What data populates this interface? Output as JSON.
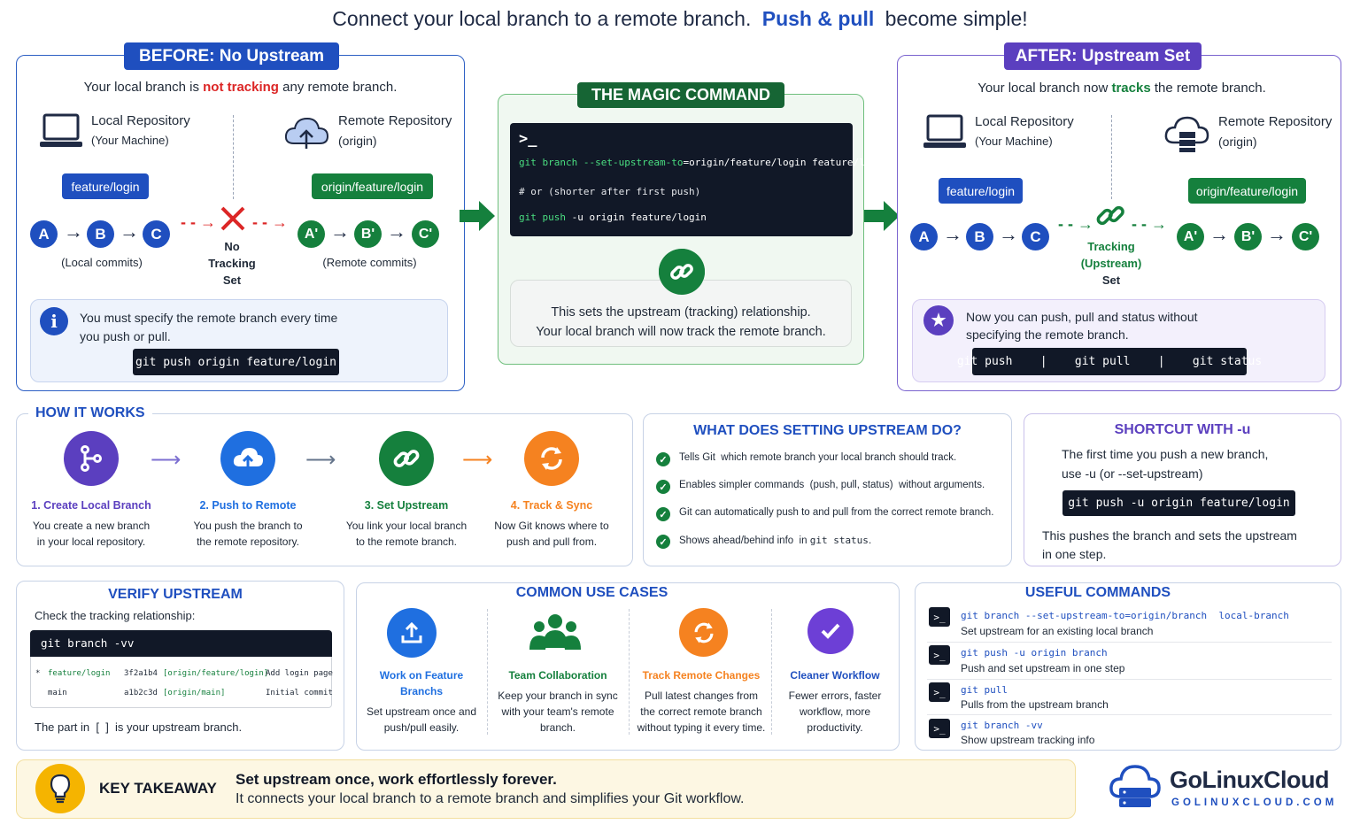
{
  "headline": {
    "pre": "Connect your local branch to a remote branch.",
    "accent": "Push & pull",
    "post": "become simple!"
  },
  "colors": {
    "navy": "#1f4fbf",
    "green": "#15803d",
    "purple": "#5b3fbf",
    "red": "#dc2626",
    "orange": "#f58220",
    "dark": "#111827"
  },
  "before": {
    "badge": "BEFORE:  No Upstream",
    "status_pre": "Your local branch is",
    "status_emph": "not tracking",
    "status_post": "any remote branch.",
    "local_title": "Local Repository",
    "local_sub": "(Your Machine)",
    "remote_title": "Remote Repository",
    "remote_sub": "(origin)",
    "local_branch": "feature/login",
    "remote_branch": "origin/feature/login",
    "local_commits": [
      "A",
      "B",
      "C"
    ],
    "remote_commits": [
      "A'",
      "B'",
      "C'"
    ],
    "no_tracking": [
      "No",
      "Tracking",
      "Set"
    ],
    "local_caption": "(Local commits)",
    "remote_caption": "(Remote commits)",
    "info_line1": "You must specify the remote branch every time",
    "info_line2": "you push or pull.",
    "info_cmd": "git push origin feature/login"
  },
  "magic": {
    "badge": "THE MAGIC COMMAND",
    "prompt": ">_",
    "cmd1_kw": "git branch",
    "cmd1_flag": "--set-upstream-to",
    "cmd1_rest": "=origin/feature/login feature/login",
    "comment": "# or (shorter after first push)",
    "cmd2_kw": "git push",
    "cmd2_rest": "-u origin feature/login",
    "desc_line1": "This sets the upstream (tracking) relationship.",
    "desc_line2": "Your local branch will now track the remote branch."
  },
  "after": {
    "badge": "AFTER: Upstream Set",
    "status_pre": "Your local branch now",
    "status_emph": "tracks",
    "status_post": "the remote branch.",
    "local_title": "Local Repository",
    "local_sub": "(Your Machine)",
    "remote_title": "Remote Repository",
    "remote_sub": "(origin)",
    "local_branch": "feature/login",
    "remote_branch": "origin/feature/login",
    "local_commits": [
      "A",
      "B",
      "C"
    ],
    "remote_commits": [
      "A'",
      "B'",
      "C'"
    ],
    "tracking": [
      "Tracking",
      "(Upstream)",
      "Set"
    ],
    "info_line1": "Now you can push, pull and status without",
    "info_line2": "specifying the remote branch.",
    "info_cmd": "git push    |    git pull    |    git status"
  },
  "how": {
    "title": "HOW IT WORKS",
    "steps": [
      {
        "title": "1. Create Local Branch",
        "l1": "You create a new branch",
        "l2": "in your local repository.",
        "icon": "branch-icon"
      },
      {
        "title": "2. Push to Remote",
        "l1": "You push the branch to",
        "l2": "the remote repository.",
        "icon": "cloud-upload-icon"
      },
      {
        "title": "3. Set Upstream",
        "l1": "You link your local branch",
        "l2": "to the remote branch.",
        "icon": "link-icon"
      },
      {
        "title": "4. Track & Sync",
        "l1": "Now Git knows where to",
        "l2": "push and pull from.",
        "icon": "sync-icon"
      }
    ]
  },
  "what": {
    "title": "WHAT DOES SETTING UPSTREAM DO?",
    "items": [
      "Tells Git  which remote branch your local branch should track.",
      "Enables simpler commands  (push, pull, status)  without arguments.",
      "Git can automatically push to and pull from the correct remote branch."
    ],
    "item4_pre": "Shows ahead/behind info  in ",
    "item4_code": "git status",
    "item4_post": "."
  },
  "shortcut": {
    "title": "SHORTCUT WITH -u",
    "l1": "The first time you push a new branch,",
    "l2": "use -u  (or --set-upstream)",
    "cmd": "git push -u origin feature/login",
    "b1": "This pushes the branch and sets the upstream",
    "b2": "in one step."
  },
  "verify": {
    "title": "VERIFY UPSTREAM",
    "check": "Check the tracking relationship:",
    "cmd": "git branch -vv",
    "rows": [
      {
        "mark": "*",
        "branch": "feature/login",
        "hash": "3f2a1b4",
        "up": "[origin/feature/login]",
        "msg": "Add login page"
      },
      {
        "mark": "",
        "branch": "main",
        "hash": "a1b2c3d",
        "up": "[origin/main]",
        "msg": "Initial commit"
      }
    ],
    "footer": "The part in  [  ]  is your upstream branch."
  },
  "usecases": {
    "title": "COMMON USE CASES",
    "items": [
      {
        "title": "Work on Feature Branchs",
        "l1": "Set upstream once and",
        "l2": "push/pull easily.",
        "l3": "",
        "icon": "upload-icon"
      },
      {
        "title": "Team Collaboration",
        "l1": "Keep your branch in sync",
        "l2": "with your team's remote",
        "l3": "branch.",
        "icon": "team-icon"
      },
      {
        "title": "Track Remote Changes",
        "l1": "Pull latest changes from",
        "l2": "the correct remote branch",
        "l3": "without typing it every time.",
        "icon": "sync-icon"
      },
      {
        "title": "Cleaner Workflow",
        "l1": "Fewer errors, faster",
        "l2": "workflow, more",
        "l3": "productivity.",
        "icon": "check-icon"
      }
    ]
  },
  "useful": {
    "title": "USEFUL COMMANDS",
    "items": [
      {
        "cmd": "git branch --set-upstream-to=origin/branch  local-branch",
        "desc": "Set upstream for an existing local branch"
      },
      {
        "cmd": "git push -u origin branch",
        "desc": "Push and set upstream in one step"
      },
      {
        "cmd": "git pull",
        "desc": "Pulls from the upstream branch"
      },
      {
        "cmd": "git branch -vv",
        "desc": "Show upstream tracking info"
      }
    ]
  },
  "takeaway": {
    "label": "KEY TAKEAWAY",
    "l1": "Set upstream once, work effortlessly forever.",
    "l2": "It connects your local branch to a remote branch and simplifies your Git workflow."
  },
  "brand": {
    "name": "GoLinuxCloud",
    "url": "GOLINUXCLOUD.COM"
  }
}
